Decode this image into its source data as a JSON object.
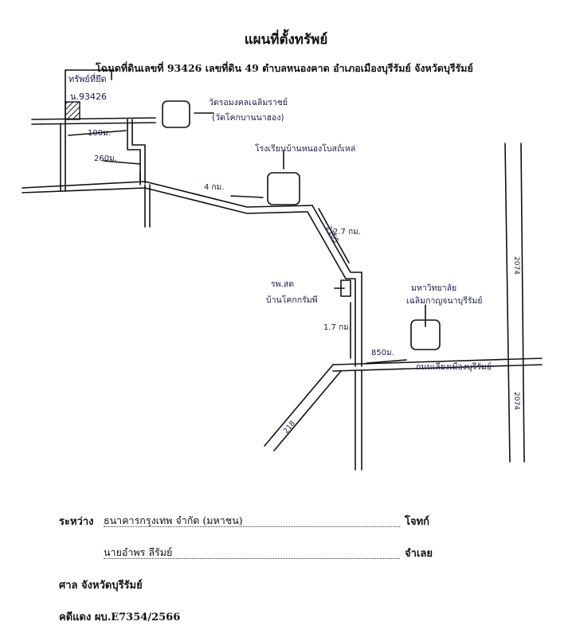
{
  "header": {
    "title": "แผนที่ตั้งทรัพย์",
    "subtitle": "โฉนดที่ดินเลขที่ 93426  เลขที่ดิน 49  ตำบลหนองคาด  อำเภอเมืองบุรีรัมย์  จังหวัดบุรีรัมย์"
  },
  "map": {
    "labels": {
      "property": "ทรัพย์ที่ยึด",
      "parcel_no": "น.93426",
      "lm_top1": "วัดรอมงคลเฉลิมราชย์",
      "lm_top2": "(วัดโคกบานนาฮอง)",
      "dist_100": "100ม.",
      "dist_260": "260ม.",
      "dist_4km": "4 กม.",
      "school": "โรงเรียนบ้านหนองโบสถ์เหล่",
      "dist_27": "2.7 กม.",
      "road_2165": "2165",
      "clinic1": "รพ.สต",
      "clinic2": "บ้านโคกกรัมพี",
      "dist_17": "1.7 กม.",
      "uni1": "มหาวิทยาลัย",
      "uni2": "เฉลิมกาญจนาบุรีรัมย์",
      "dist_850": "850ม.",
      "main_road": "ถนนเลี่ยงเมืองบุรีรัมย์",
      "road_218": "218",
      "road_2074a": "2074",
      "road_2074b": "2074"
    },
    "icons": [
      "landmark-arrow-icon",
      "hatched-parcel-icon"
    ]
  },
  "footer": {
    "between_label": "ระหว่าง",
    "plaintiff": "ธนาคารกรุงเทพ จำกัด (มหาชน)",
    "plaintiff_role": "โจทก์",
    "defendant": "นายอำพร ลีรัมย์",
    "defendant_role": "จำเลย",
    "court": "ศาล  จังหวัดบุรีรัมย์",
    "case": "คดีแดง ผบ.E7354/2566"
  }
}
